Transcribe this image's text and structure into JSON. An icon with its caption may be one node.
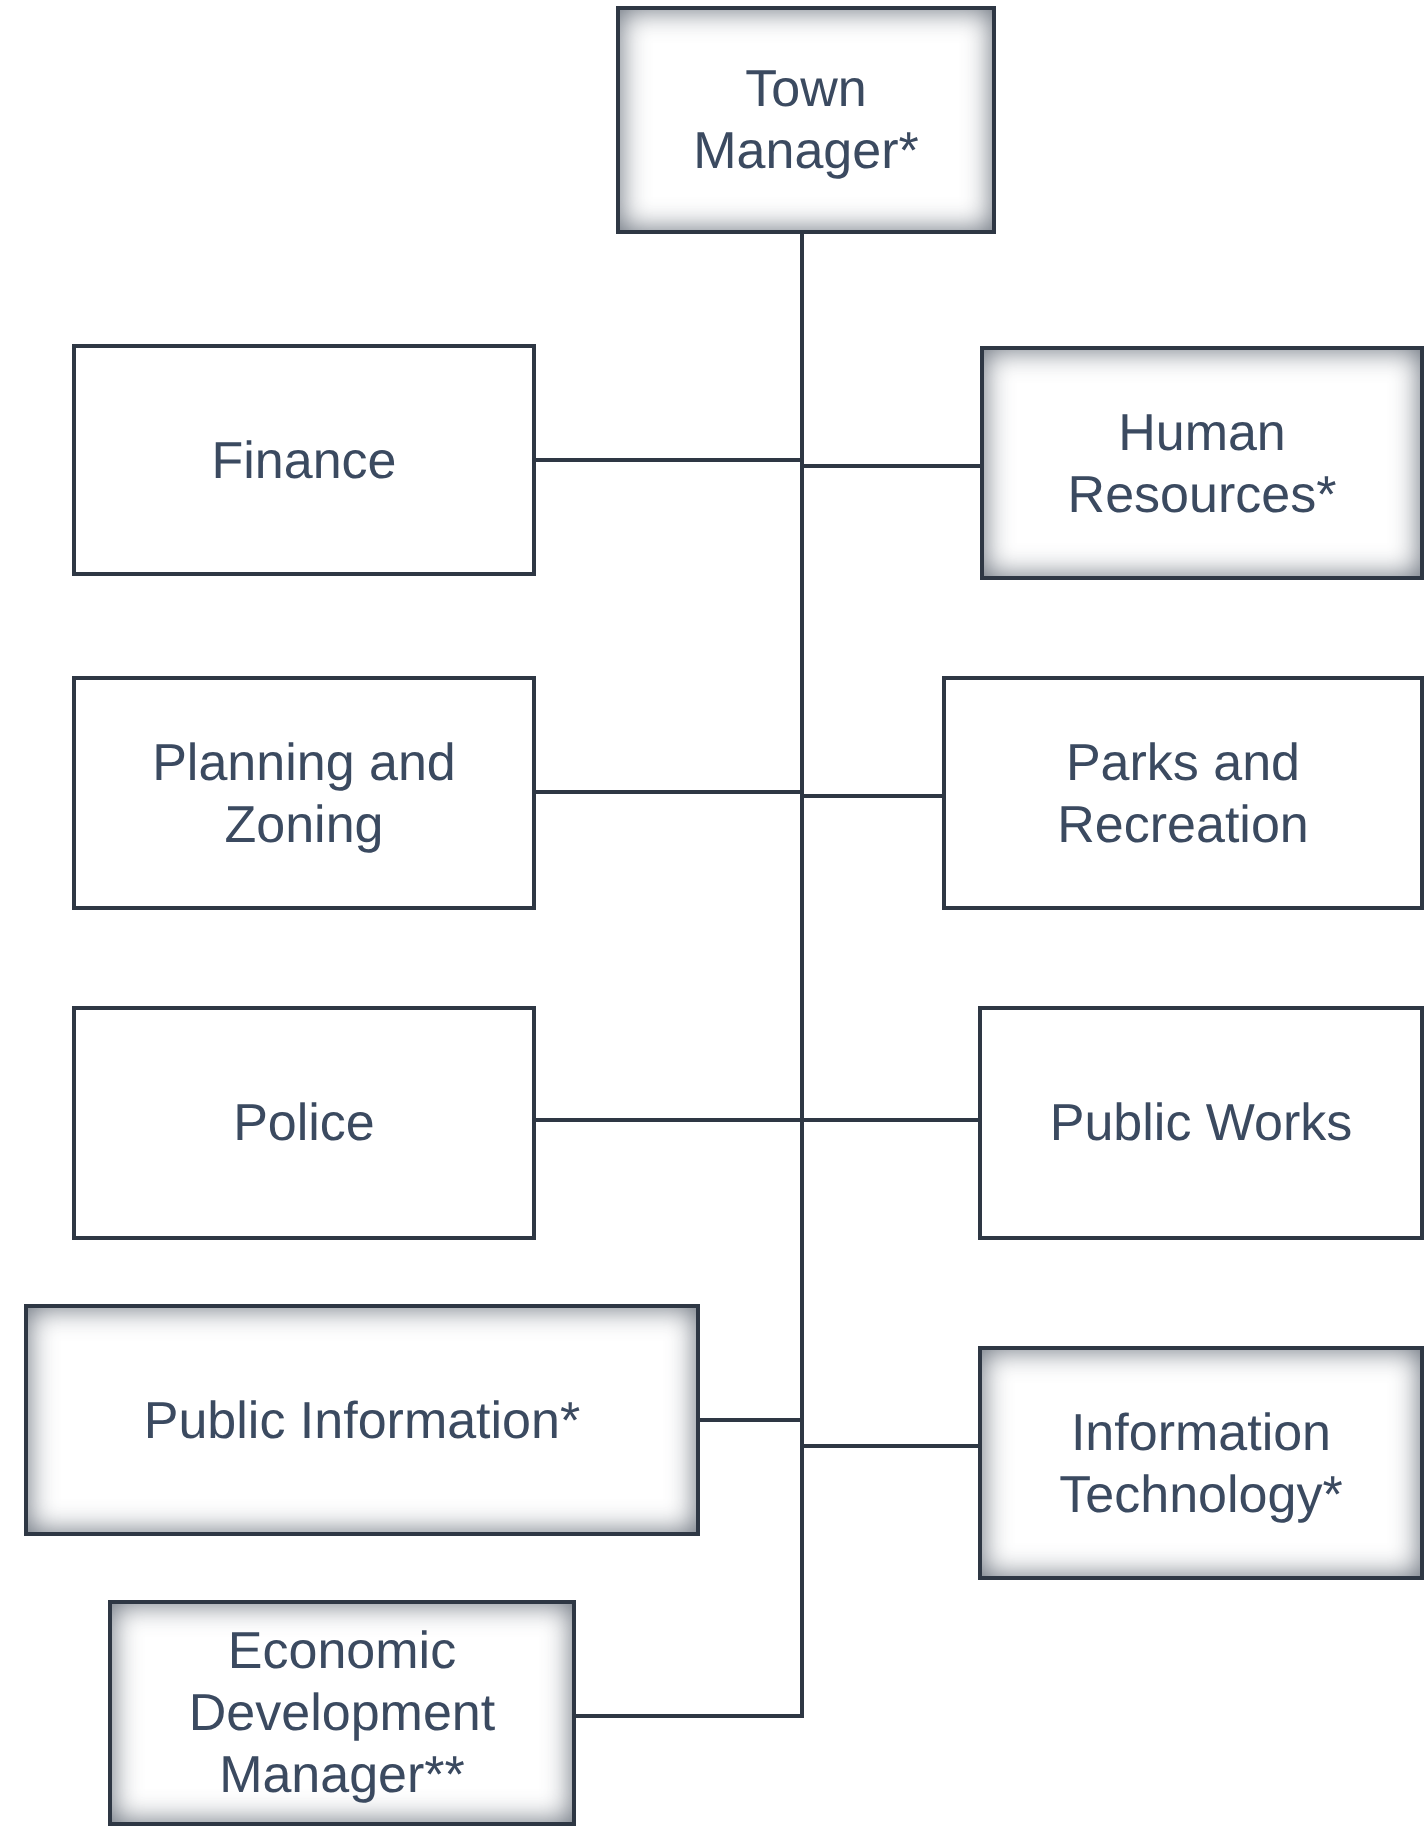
{
  "diagram": {
    "nodes": [
      {
        "text": [
          "Town Manager*"
        ]
      },
      {
        "text": [
          "Finance"
        ]
      },
      {
        "text": [
          "Human Resources*"
        ]
      },
      {
        "text": [
          "Planning and Zoning"
        ]
      },
      {
        "text": [
          "Parks and Recreation"
        ]
      },
      {
        "text": [
          "Police"
        ]
      },
      {
        "text": [
          "Public Works"
        ]
      },
      {
        "text": [
          "Public Information*"
        ]
      },
      {
        "text": [
          "Information Technology*"
        ]
      },
      {
        "text": [
          "Economic Development Manager**"
        ]
      }
    ],
    "edges": [
      {
        "from": 0,
        "to": 1,
        "arrow": "none"
      },
      {
        "from": 0,
        "to": 2,
        "arrow": "none"
      },
      {
        "from": 0,
        "to": 3,
        "arrow": "none"
      },
      {
        "from": 0,
        "to": 4,
        "arrow": "none"
      },
      {
        "from": 0,
        "to": 5,
        "arrow": "none"
      },
      {
        "from": 0,
        "to": 6,
        "arrow": "none"
      },
      {
        "from": 0,
        "to": 7,
        "arrow": "none"
      },
      {
        "from": 0,
        "to": 8,
        "arrow": "none"
      },
      {
        "from": 0,
        "to": 9,
        "arrow": "none"
      }
    ]
  }
}
